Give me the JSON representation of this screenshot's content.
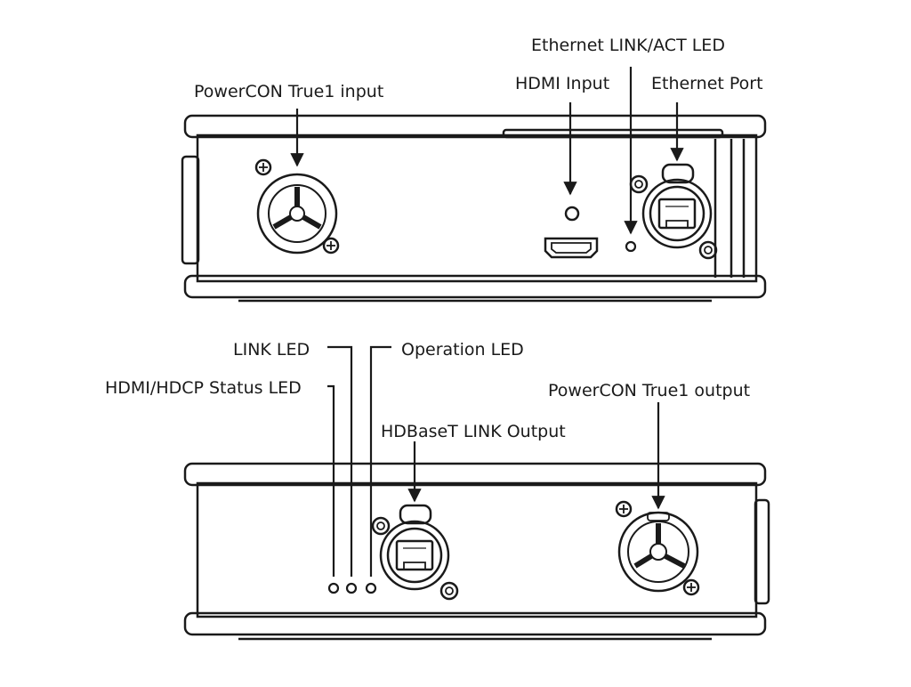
{
  "labels": {
    "front": {
      "powercon_input": "PowerCON True1 input",
      "hdmi_input": "HDMI Input",
      "ethernet_led": "Ethernet LINK/ACT LED",
      "ethernet_port": "Ethernet Port"
    },
    "rear": {
      "link_led": "LINK LED",
      "operation_led": "Operation LED",
      "hdmi_hdcp_led": "HDMI/HDCP Status LED",
      "hdbaset_output": "HDBaseT LINK Output",
      "powercon_output": "PowerCON True1 output"
    }
  },
  "colors": {
    "line": "#1a1a1a",
    "background": "#ffffff"
  }
}
